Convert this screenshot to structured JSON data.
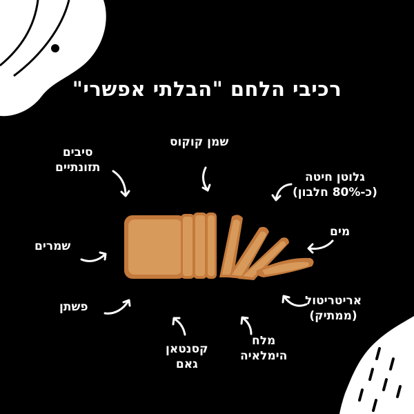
{
  "title": "רכיבי הלחם \"הבלתי אפשרי\"",
  "ingredients": [
    {
      "id": "coconut-oil",
      "lines": [
        "שמן קוקוס"
      ]
    },
    {
      "id": "fibers",
      "lines": [
        "סיבים",
        "תזונתיים"
      ]
    },
    {
      "id": "gluten",
      "lines": [
        "גלוטן חיטה",
        "(כ-80% חלבון)"
      ]
    },
    {
      "id": "yeast",
      "lines": [
        "שמרים"
      ]
    },
    {
      "id": "water",
      "lines": [
        "מים"
      ]
    },
    {
      "id": "flax",
      "lines": [
        "פשתן"
      ]
    },
    {
      "id": "erythritol",
      "lines": [
        "אריטריטול",
        "(ממתיק)"
      ]
    },
    {
      "id": "xanthan",
      "lines": [
        "קסנטאן",
        "גאם"
      ]
    },
    {
      "id": "salt",
      "lines": [
        "מלח",
        "הימלאיה"
      ]
    }
  ],
  "colors": {
    "background": "#000000",
    "text": "#ffffff",
    "bread_crust": "#c47a3c",
    "bread_crumb": "#d89a5a"
  }
}
